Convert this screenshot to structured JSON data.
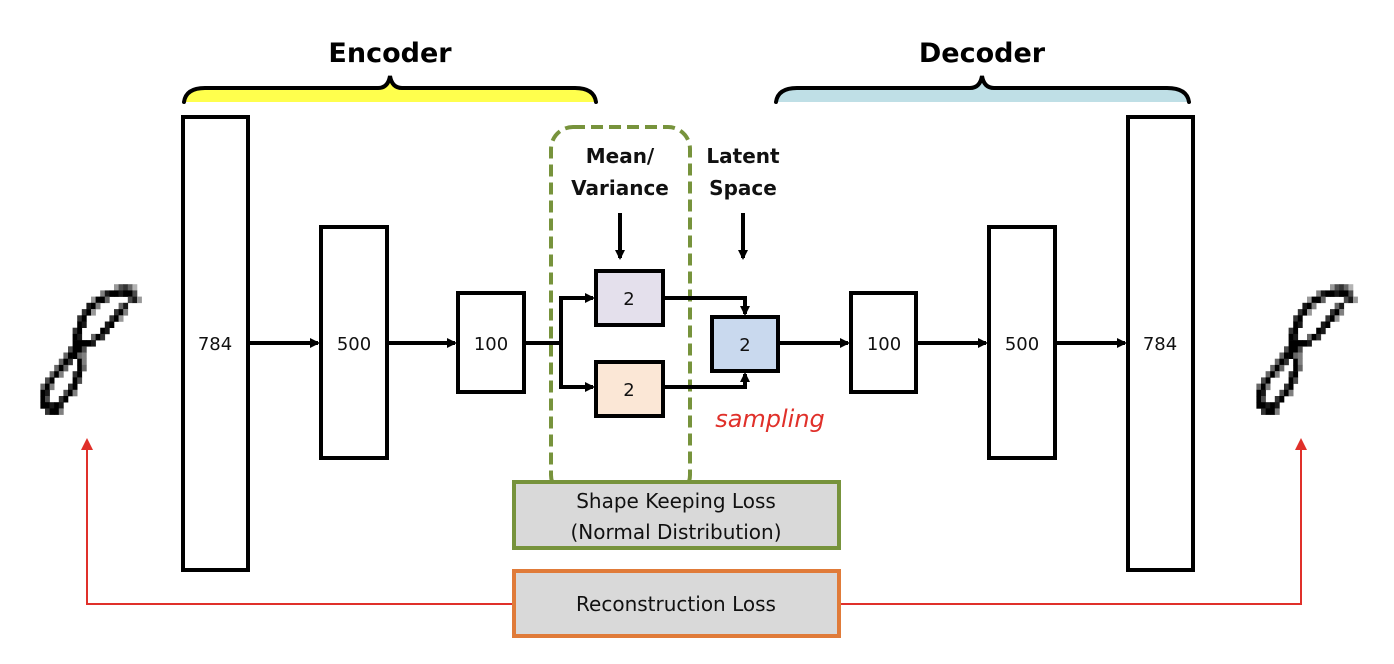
{
  "encoder": {
    "label": "Encoder",
    "brace_color": "#ffff4d",
    "layers": [
      "784",
      "500",
      "100"
    ]
  },
  "decoder": {
    "label": "Decoder",
    "brace_color": "#bfdfe6",
    "layers": [
      "100",
      "500",
      "784"
    ]
  },
  "bottleneck": {
    "mean_variance_label_line1": "Mean/",
    "mean_variance_label_line2": "Variance",
    "latent_label_line1": "Latent",
    "latent_label_line2": "Space",
    "mean_box": {
      "value": "2",
      "color": "#e4e0ec"
    },
    "variance_box": {
      "value": "2",
      "color": "#fbe7d6"
    },
    "latent_box": {
      "value": "2",
      "color": "#c9d9ee"
    },
    "sampling_label": "sampling",
    "group_border_color": "#77933c"
  },
  "losses": {
    "shape_keeping_line1": "Shape Keeping Loss",
    "shape_keeping_line2": "(Normal Distribution)",
    "shape_keeping_border": "#77933c",
    "reconstruction": "Reconstruction Loss",
    "reconstruction_border": "#e07b39",
    "fill": "#d9d9d9",
    "arrow_color": "#e0302a"
  },
  "images": {
    "input_digit": "8",
    "output_digit": "8"
  }
}
